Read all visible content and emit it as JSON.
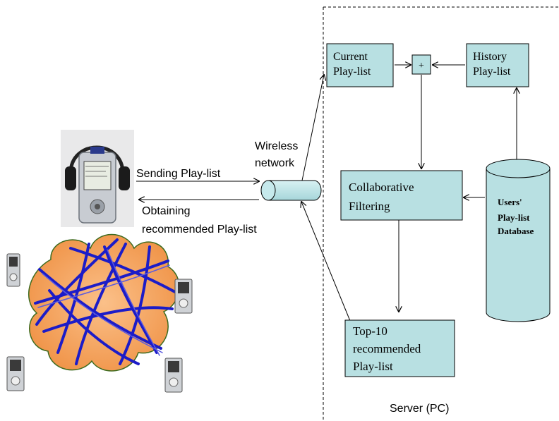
{
  "diagram": {
    "server_label": "Server (PC)",
    "wireless_label": [
      "Wireless",
      "network"
    ],
    "sending_label": "Sending Play-list",
    "obtaining_label": [
      "Obtaining",
      "recommended Play-list"
    ],
    "boxes": {
      "current": [
        "Current",
        "Play-list"
      ],
      "history": [
        "History",
        "Play-list"
      ],
      "combine": "+",
      "cf": [
        "Collaborative",
        "Filtering"
      ],
      "top10": [
        "Top-10",
        "recommended",
        "Play-list"
      ]
    },
    "database": [
      "Users'",
      "Play-list",
      "Database"
    ],
    "colors": {
      "box_fill": "#b8e0e2",
      "network_fill": "#f4a35c",
      "network_lines": "#1c1cc8"
    },
    "icons": [
      "media-player-with-headphones",
      "portable-device-icon",
      "p2p-network-cloud"
    ]
  }
}
